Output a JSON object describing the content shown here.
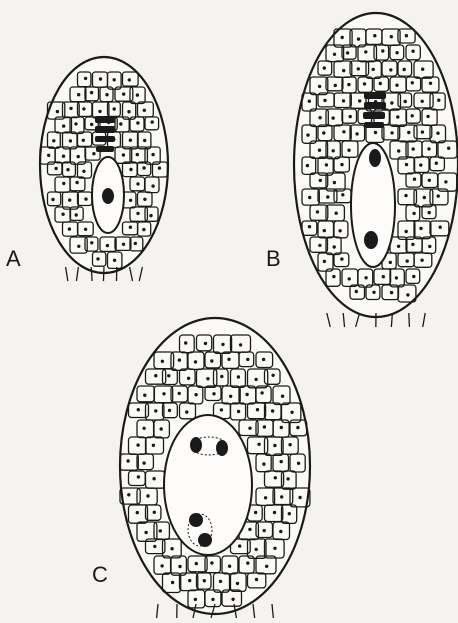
{
  "labels": {
    "a": "A",
    "b": "B",
    "c": "C"
  },
  "colors": {
    "ink": "#1a1a1a",
    "paper": "#f4f3f0"
  },
  "panels": [
    {
      "label": "A",
      "depicts": "ovule-cell-cluster"
    },
    {
      "label": "B",
      "depicts": "ovule-cell-cluster"
    },
    {
      "label": "C",
      "depicts": "ovule-cell-cluster"
    }
  ]
}
